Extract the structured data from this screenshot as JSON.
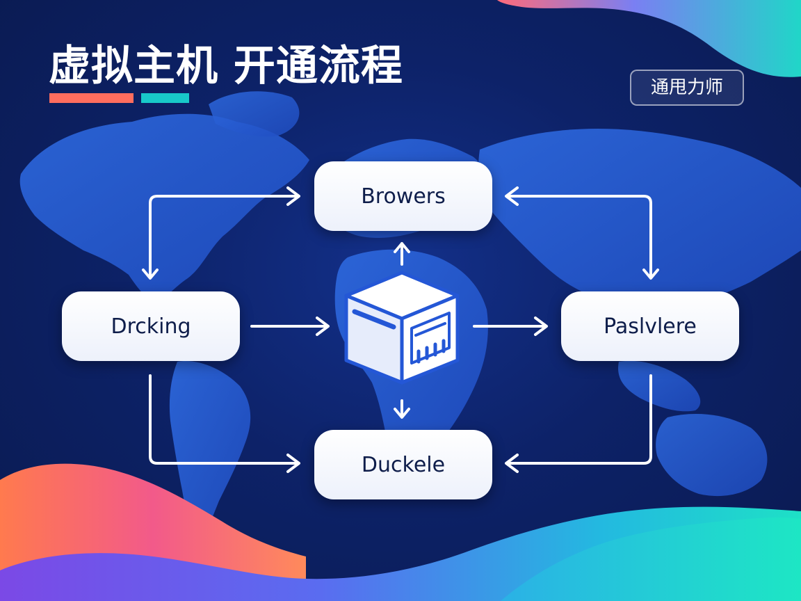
{
  "header": {
    "title": "虚拟主机 开通流程",
    "accent_colors": [
      "#ff6d5e",
      "#18c9c9"
    ]
  },
  "badge": {
    "label": "通甩力师"
  },
  "nodes": {
    "top": "Browers",
    "left": "Drcking",
    "right": "Paslvlere",
    "bottom": "Duckele"
  },
  "center": {
    "icon": "server-box-icon"
  },
  "colors": {
    "background": "#0b1a4e",
    "map": "#2a5fd6",
    "arrow": "#ffffff",
    "icon_blue": "#2457d6"
  }
}
